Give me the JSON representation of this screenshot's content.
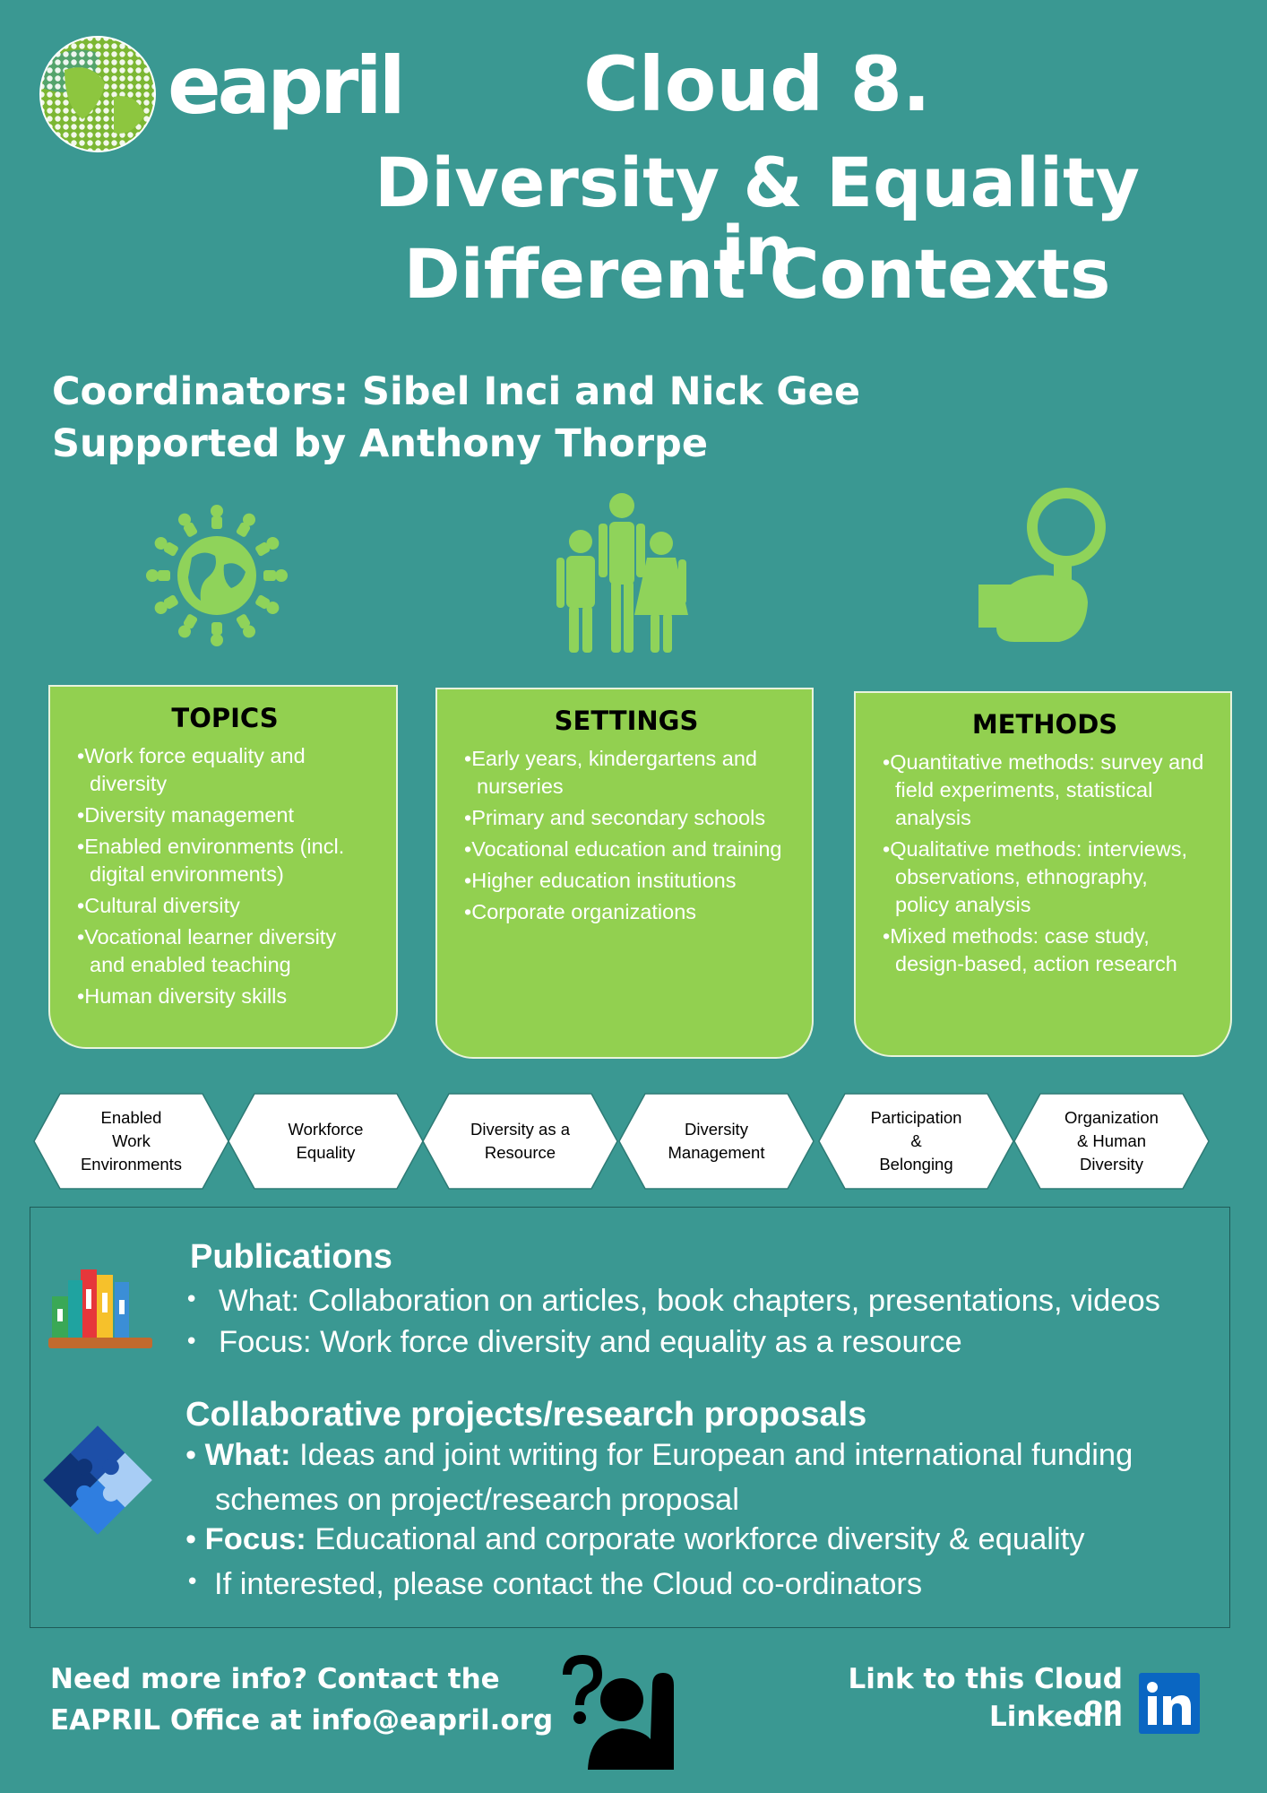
{
  "brand": {
    "logo_text": "eapril",
    "logo_icon": "globe-icon"
  },
  "header": {
    "title_line1": "Cloud 8.",
    "title_line2": "Diversity & Equality in",
    "title_line3": "Different Contexts"
  },
  "people": {
    "coordinators": "Coordinators: Sibel Inci and Nick Gee",
    "supported_by": "Supported by Anthony Thorpe"
  },
  "icons": {
    "topics": "world-people-icon",
    "settings": "family-icon",
    "methods": "magnifier-hand-icon"
  },
  "colors": {
    "background": "#3a9892",
    "card": "#92d050",
    "icon_green": "#8fd35a"
  },
  "cards": [
    {
      "title": "TOPICS",
      "items": [
        "Work force equality and diversity",
        "Diversity management",
        "Enabled environments (incl. digital environments)",
        "Cultural diversity",
        "Vocational learner diversity and enabled teaching",
        "Human diversity skills"
      ]
    },
    {
      "title": "SETTINGS",
      "items": [
        "Early years, kindergartens and nurseries",
        "Primary and secondary schools",
        "Vocational education and training",
        "Higher education institutions",
        "Corporate organizations"
      ]
    },
    {
      "title": "METHODS",
      "items": [
        "Quantitative methods: survey and field experiments, statistical analysis",
        "Qualitative methods: interviews, observations, ethnography, policy analysis",
        "Mixed methods: case study, design-based, action research"
      ]
    }
  ],
  "themes": [
    "Enabled\nWork\nEnvironments",
    "Workforce\nEquality",
    "Diversity as a\nResource",
    "Diversity\nManagement",
    "Participation\n&\nBelonging",
    "Organization\n& Human\nDiversity"
  ],
  "publications": {
    "title": "Publications",
    "icon": "books-icon",
    "what": "What: Collaboration on articles, book chapters, presentations, videos",
    "focus": "Focus: Work force diversity and equality as a resource"
  },
  "projects": {
    "title": "Collaborative projects/research proposals",
    "icon": "puzzle-icon",
    "what_label": "What:",
    "what_text": "Ideas and joint writing for European and international funding",
    "what_text2": "schemes on project/research proposal",
    "focus_label": "Focus:",
    "focus_text": "Educational and corporate workforce diversity & equality",
    "contact": "If interested, please contact the Cloud co-ordinators"
  },
  "footer": {
    "contact_line1": "Need more info? Contact the",
    "contact_line2": "EAPRIL Office at info@eapril.org",
    "contact_icon": "question-person-icon",
    "linkedin_line1": "Link to this Cloud on",
    "linkedin_line2": "LinkedIn",
    "linkedin_icon": "linkedin-icon"
  }
}
